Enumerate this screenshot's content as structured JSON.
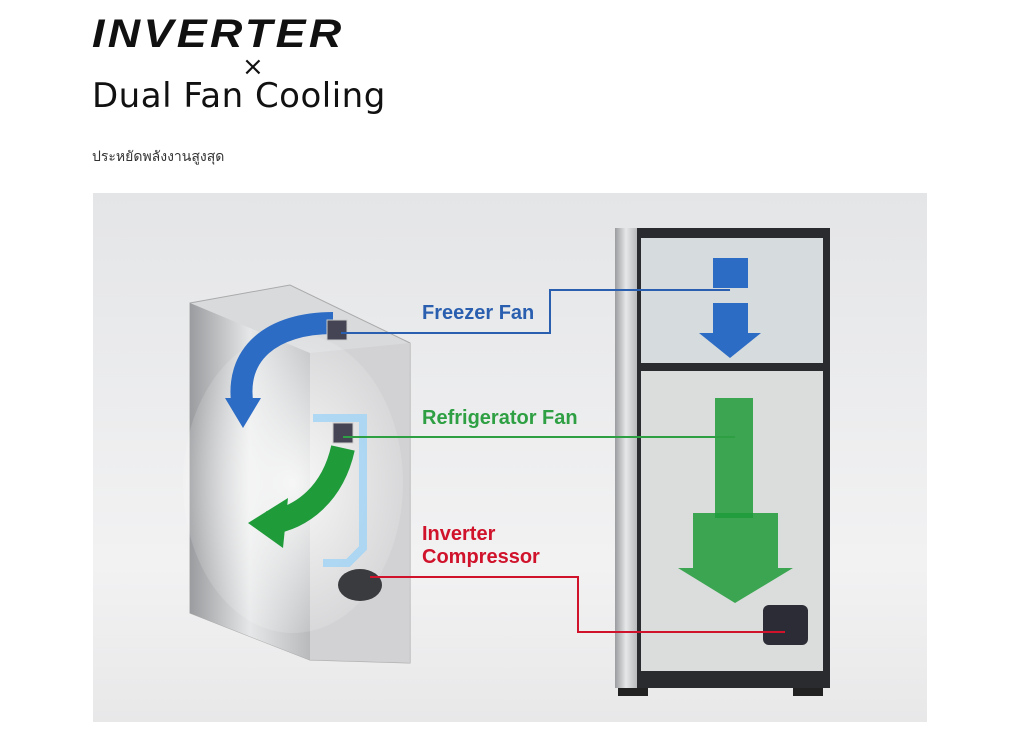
{
  "logo": {
    "line1": "INVERTER",
    "times": "×",
    "line2": "Dual Fan Cooling"
  },
  "subtitle": "ประหยัดพลังงานสูงสุด",
  "diagram": {
    "labels": [
      {
        "text": "Freezer Fan",
        "color": "#2a5fb0"
      },
      {
        "text": "Refrigerator Fan",
        "color": "#2ea043"
      },
      {
        "text": "Inverter",
        "color": "#d0122b"
      },
      {
        "text": "Compressor",
        "color": "#d0122b"
      }
    ]
  }
}
